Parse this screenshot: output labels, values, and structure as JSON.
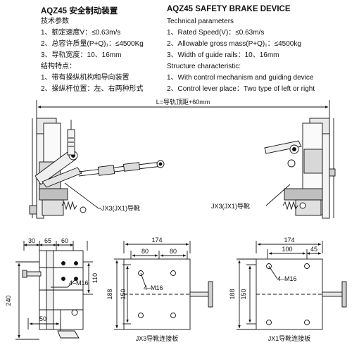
{
  "spec_cn": {
    "title": "AQZ45 安全制动装置",
    "lines": [
      "技术参数",
      "1、额定速度V：≤0.63m/s",
      "2、总容许质量(P+Q)₁：≤4500Kg",
      "3、导轨宽度：10、16mm",
      "结构特点：",
      "1、带有操纵机构和导向装置",
      "2、操纵杆位置：左、右两种形式"
    ]
  },
  "spec_en": {
    "title": "AQZ45 SAFETY BRAKE DEVICE",
    "lines": [
      "Technical parameters",
      "1、Rated Speed(V)：≤0.63m/s",
      "2、Allowable gross mass(P+Q)₁：≤4500kg",
      "3、Width of guide rails：10、16mm",
      "Structure characteristic:",
      "1、With control mechanism and guiding device",
      "2、Control lever place：Two type of left or right"
    ]
  },
  "assembly": {
    "length_label": "L=导轨顶距+60mm",
    "left_callout": "JX3(JX1)导靴",
    "right_callout": "JX3(JX1)导靴"
  },
  "views": {
    "left": {
      "dims": [
        "30",
        "65",
        "60",
        "110",
        "240",
        "50"
      ],
      "hole_label": "4–M16"
    },
    "middle": {
      "dims": [
        "174",
        "80",
        "80",
        "188",
        "150"
      ],
      "hole_label": "4–M16",
      "caption": "JX3导靴连接板"
    },
    "right": {
      "dims": [
        "174",
        "100",
        "45",
        "188",
        "150"
      ],
      "hole_label": "4–M16",
      "caption": "JX1导靴连接板"
    }
  }
}
